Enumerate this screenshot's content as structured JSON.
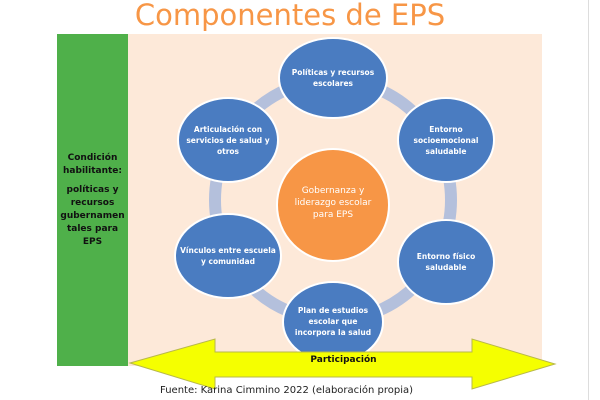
{
  "title": "Componentes de EPS",
  "enabling_condition": {
    "heading": "Condición habilitante:",
    "body": "políticas y recursos gubernamen tales para EPS"
  },
  "center": "Gobernanza y liderazgo escolar para EPS",
  "nodes": [
    "Políticas y recursos escolares",
    "Entorno socioemocional saludable",
    "Entorno físico saludable",
    "Plan de estudios escolar que incorpora la salud",
    "Vínculos entre escuela y comunidad",
    "Articulación con servicios de salud y otros"
  ],
  "arrow_label": "Participación",
  "source": "Fuente:  Karina Cimmino 2022 (elaboración propia)",
  "colors": {
    "node": "#4a7cc1",
    "center": "#f79646",
    "ring": "#b4c0dc",
    "green": "#4fb04a",
    "arrow": "#f5ff00",
    "background": "#fde9d9"
  }
}
